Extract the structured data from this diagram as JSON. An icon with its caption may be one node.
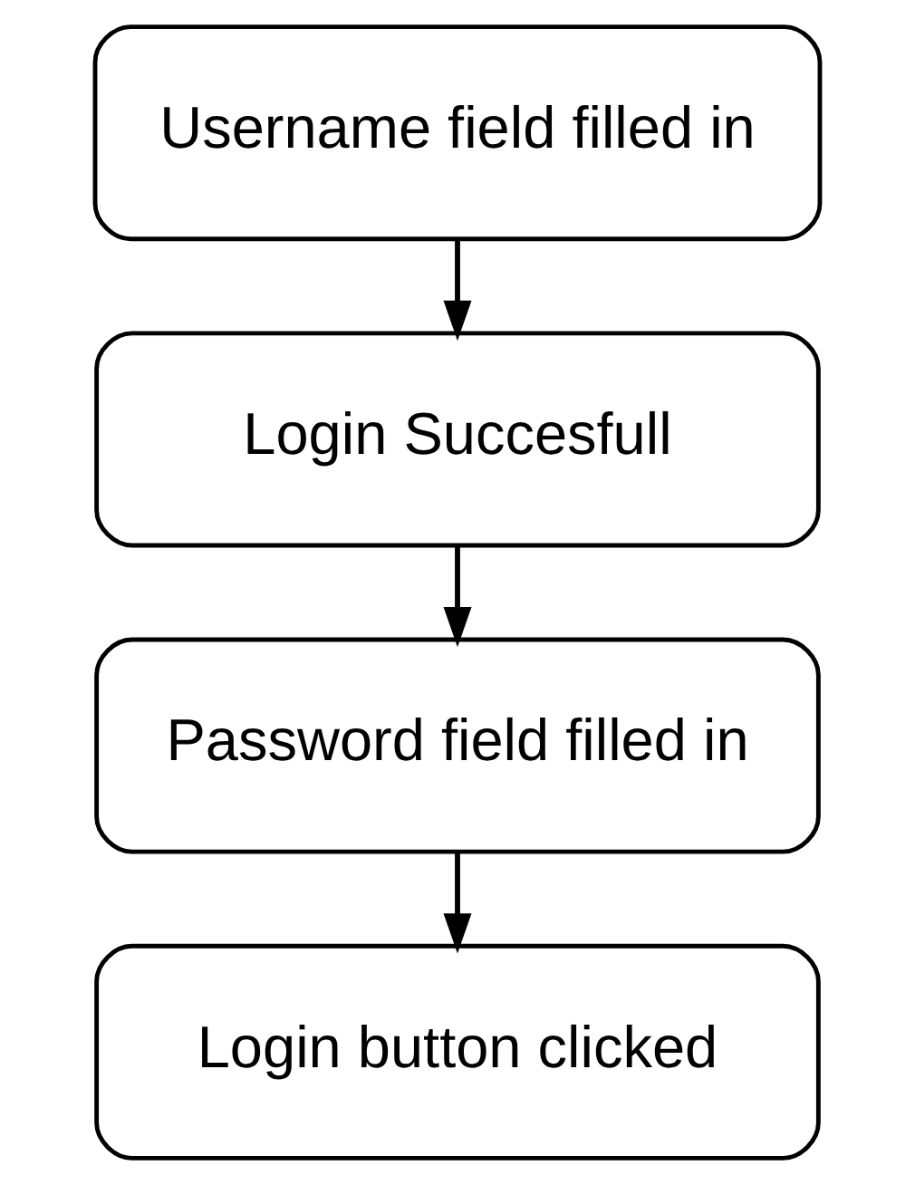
{
  "diagram": {
    "nodes": [
      {
        "text": [
          "Username field filled in"
        ]
      },
      {
        "text": [
          "Login Succesfull"
        ]
      },
      {
        "text": [
          "Password field filled in"
        ]
      },
      {
        "text": [
          "Login button clicked"
        ]
      }
    ],
    "edges": [
      {
        "from": 0,
        "to": 1,
        "arrow": "to"
      },
      {
        "from": 1,
        "to": 2,
        "arrow": "to"
      },
      {
        "from": 2,
        "to": 3,
        "arrow": "to"
      }
    ]
  }
}
